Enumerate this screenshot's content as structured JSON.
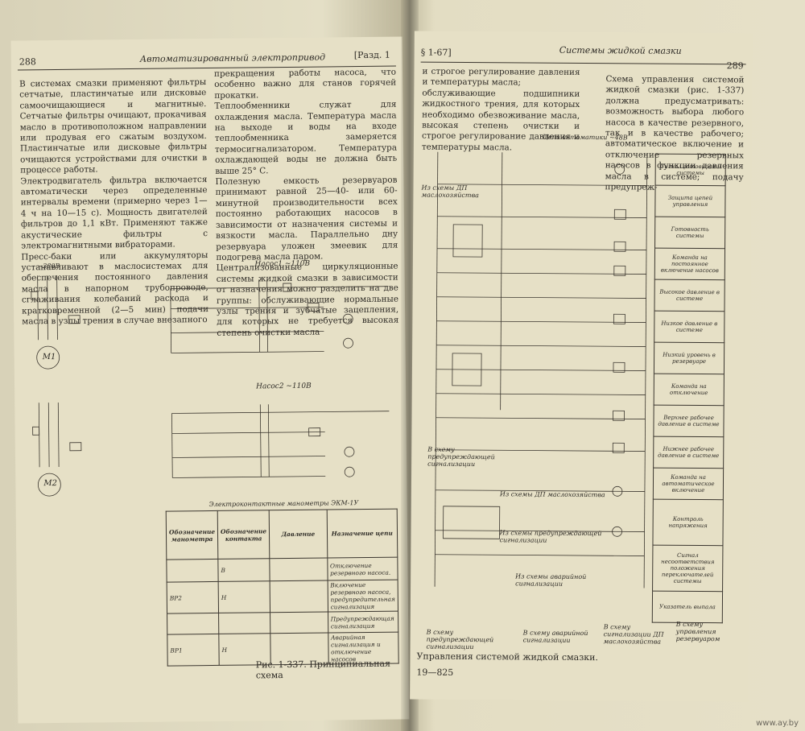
{
  "left_page": {
    "running_head": "Автоматизированный электропривод",
    "page_number": "288",
    "section_ref": "[Разд. 1",
    "col1_text": "В системах смазки применяют фильтры сетчатые, пластинчатые или дисковые самоочищающиеся и магнитные. Сетчатые фильтры очищают, прокачивая масло в противоположном направлении или продувая его сжатым воздухом. Пластинчатые или дисковые фильтры очищаются устройствами для очистки в процессе работы.\nЭлектродвигатель фильтра включается автоматически через определенные интервалы времени (примерно через 1—4 ч на 10—15 с). Мощность двигателей фильтров до 1,1 кВт. Применяют также акустические фильтры с электромагнитными вибраторами.\nПресс-баки или аккумуляторы устанавливают в маслосистемах для обеспечения постоянного давления масла в напорном трубопроводе, сглаживания колебаний расхода и кратковременной (2—5 мин) подачи масла в узлы трения в случае внезапного",
    "col2_text": "прекращения работы насоса, что особенно важно для станов горячей прокатки.\nТеплообменники служат для охлаждения масла. Температура масла на выходе и воды на входе теплообменника замеряется термосигнализатором. Температура охлаждающей воды не должна быть выше 25° С.\nПолезную емкость резервуаров принимают равной 25—40- или 60-минутной производительности всех постоянно работающих насосов в зависимости от назначения системы и вязкости масла. Параллельно дну резервуара уложен змеевик для подогрева масла паром.\nЦентрализованные циркуляционные системы жидкой смазки в зависимости от назначения можно разделить на две группы: обслуживающие нормальные узлы трения и зубчатые зацепления, для которых не требуется высокая степень очистки масла",
    "pump1_label": "Насос1 ~110В",
    "pump2_label": "Насос2 ~110В",
    "motor1_label": "М1",
    "motor2_label": "М2",
    "supply_label": "~380В",
    "table_title": "Электроконтактные манометры ЭКМ-1У",
    "table_headers": [
      "Обозначение манометра",
      "Обозначение контакта",
      "Давление",
      "Назначение цепи"
    ],
    "table_rows": [
      {
        "gauge": "",
        "contact": "В",
        "purpose": "Отключение резервного насоса."
      },
      {
        "gauge": "ВР2",
        "contact": "Н",
        "purpose": "Включение резервного насоса, предупредительная сигнализация"
      },
      {
        "gauge": "",
        "contact": "",
        "purpose": "Предупреждающая сигнализация"
      },
      {
        "gauge": "ВР1",
        "contact": "Н",
        "purpose": "Аварийная сигнализация и отключение насосов"
      }
    ],
    "caption": "Рис. 1-337. Принципиальная схема"
  },
  "right_page": {
    "running_head": "Системы жидкой смазки",
    "section_ref": "§ 1-67]",
    "page_number": "289",
    "col1_text": "и строгое регулирование давления и температуры масла;\nобслуживающие подшипники жидкостного трения, для которых необходимо обезвоживание масла, высокая степень очистки и строгое регулирование давления и температуры масла.",
    "col2_text": "Схема управления системой жидкой смазки (рис. 1-337) должна предусматривать: возможность выбора любого насоса в качестве резервного, так и в качестве рабочего; автоматическое включение и отключение резервных насосов в функции давления масла в системе; подачу предупреж-",
    "circuit_title": "Цепи автоматики ~48В",
    "side_labels": [
      "Сигнал готовности системы",
      "Защита цепей управления",
      "Готовность системы",
      "Команда на постоянное включение насосов",
      "Высокое давление в системе",
      "Низкое давление в системе",
      "Низкий уровень в резервуаре",
      "Команда на отключение",
      "Верхнее рабочее давление в системе",
      "Нижнее рабочее давление в системе",
      "Команда на автоматическое включение",
      "Контроль напряжения",
      "Сигнал несоответствия положения переключателей системы",
      "Указатель выпала"
    ],
    "notes": [
      "Из схемы ДП маслохозяйства",
      "В схему предупреждающей сигнализации",
      "Из схемы ДП маслохозяйства",
      "Из схемы предупреждающей сигнализации",
      "Из схемы аварийной сигнализации",
      "В схему предупреждающей сигнализации",
      "В схему аварийной сигнализации",
      "В схему сигнализации ДП маслохозяйства",
      "В схему управления резервуаром"
    ],
    "caption": "Управления системой жидкой смазки.",
    "signature": "19—825"
  },
  "watermark": "www.ay.by"
}
